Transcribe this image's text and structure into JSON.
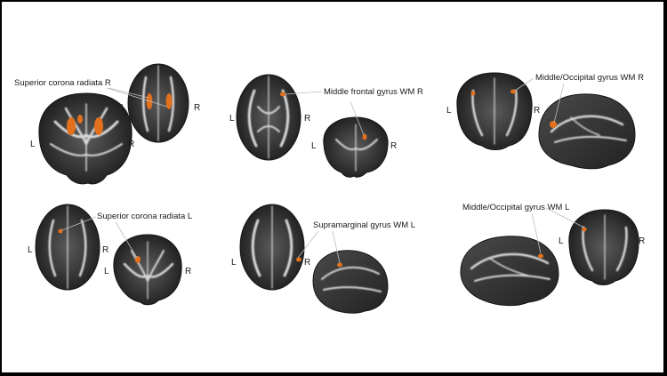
{
  "panels": [
    {
      "label": "Superior corona radiata R",
      "images": [
        {
          "view": "axial",
          "side_left": "L",
          "side_right": "R"
        },
        {
          "view": "coronal",
          "side_left": "L",
          "side_right": "R"
        }
      ]
    },
    {
      "label": "Middle frontal gyrus WM R",
      "images": [
        {
          "view": "axial",
          "side_left": "L",
          "side_right": "R"
        },
        {
          "view": "coronal",
          "side_left": "L",
          "side_right": "R"
        }
      ]
    },
    {
      "label": "Middle/Occipital gyrus WM R",
      "images": [
        {
          "view": "coronal",
          "side_left": "L",
          "side_right": "R"
        },
        {
          "view": "sagittal"
        }
      ]
    },
    {
      "label": "Superior corona radiata L",
      "images": [
        {
          "view": "axial",
          "side_left": "L",
          "side_right": "R"
        },
        {
          "view": "coronal",
          "side_left": "L",
          "side_right": "R"
        }
      ]
    },
    {
      "label": "Supramarginal gyrus WM L",
      "images": [
        {
          "view": "axial",
          "side_left": "L",
          "side_right": "R"
        },
        {
          "view": "sagittal"
        }
      ]
    },
    {
      "label": "Middle/Occipital gyrus WM L",
      "images": [
        {
          "view": "sagittal"
        },
        {
          "view": "coronal",
          "side_left": "L",
          "side_right": "R"
        }
      ]
    }
  ],
  "colors": {
    "highlight": "#e2701c",
    "brain_dark": "#2c2c2c",
    "white_matter": "#d9d9d9",
    "frame": "#000000"
  }
}
